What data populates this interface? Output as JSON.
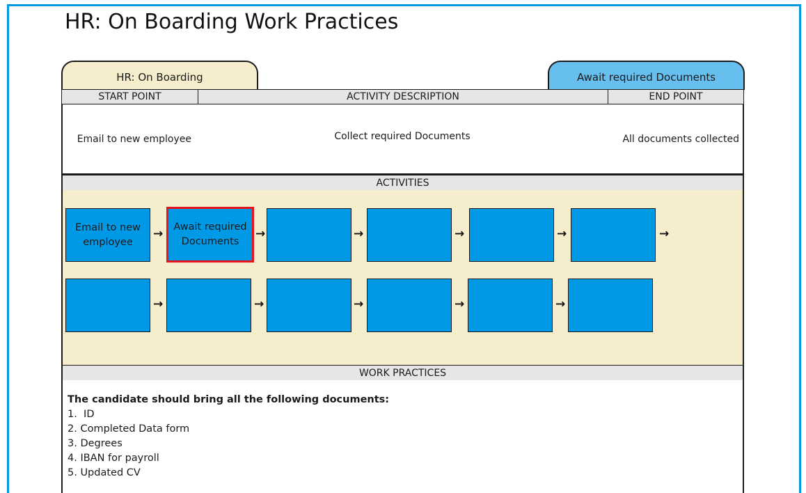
{
  "page": {
    "title": "HR: On Boarding Work Practices"
  },
  "tabs": {
    "left": "HR: On Boarding",
    "right": "Await required Documents"
  },
  "summary_table": {
    "headers": [
      "START POINT",
      "ACTIVITY DESCRIPTION",
      "END POINT"
    ],
    "values": [
      "Email to new employee",
      "Collect required Documents",
      "All documents collected"
    ]
  },
  "activities": {
    "header": "ACTIVITIES",
    "row1": [
      {
        "label": "Email to new employee",
        "selected": false
      },
      {
        "label": "Await required Documents",
        "selected": true
      },
      {
        "label": "",
        "selected": false
      },
      {
        "label": "",
        "selected": false
      },
      {
        "label": "",
        "selected": false
      },
      {
        "label": "",
        "selected": false
      }
    ],
    "row2": [
      {
        "label": ""
      },
      {
        "label": ""
      },
      {
        "label": ""
      },
      {
        "label": ""
      },
      {
        "label": ""
      },
      {
        "label": ""
      }
    ],
    "arrow_glyph": "→"
  },
  "work_practices": {
    "header": "WORK PRACTICES",
    "heading": "The candidate should bring all the following documents:",
    "items": [
      "1.  ID",
      "2. Completed Data form",
      "3. Degrees",
      "4. IBAN for payroll",
      "5. Updated CV"
    ]
  },
  "colors": {
    "frame": "#0099e6",
    "cream": "#f5edcb",
    "tab_blue": "#66bfee",
    "box_blue": "#0099e6",
    "header_gray": "#e6e6e6",
    "selected_border": "#e8141b"
  }
}
